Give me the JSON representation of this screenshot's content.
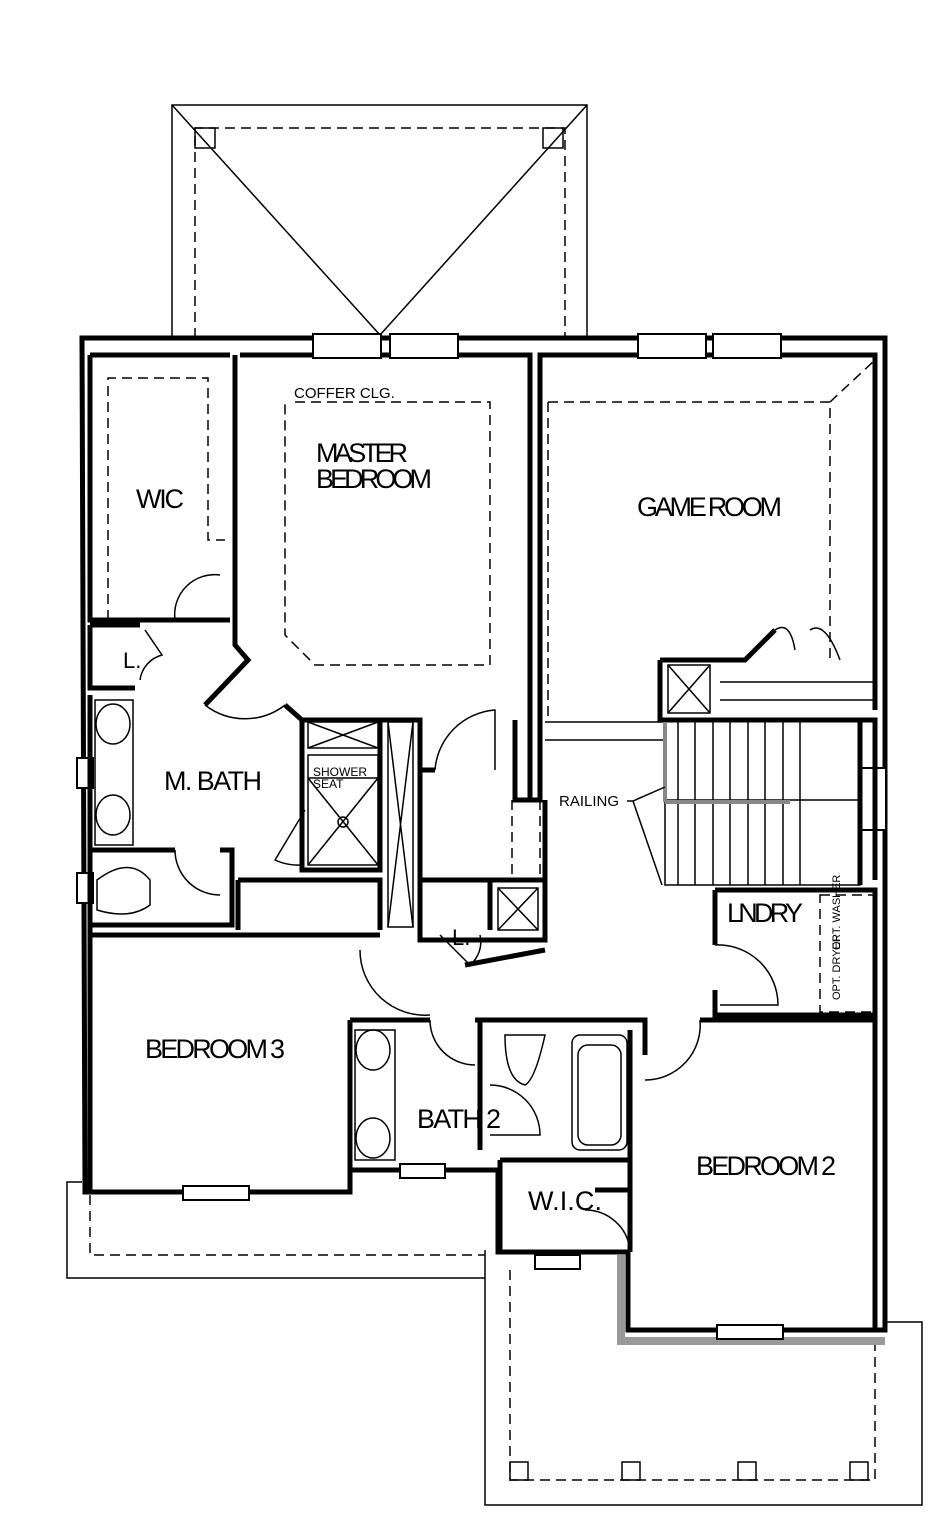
{
  "plan": {
    "title": "",
    "rooms": {
      "coffer": "COFFER CLG.",
      "master_line1": "MASTER",
      "master_line2": "BEDROOM",
      "game_room": "GAME ROOM",
      "wic": "WIC",
      "linen1": "L.",
      "m_bath": "M. BATH",
      "shower": "SHOWER",
      "seat": "SEAT",
      "railing": "RAILING",
      "lndry": "LNDRY",
      "opt_washer": "OPT. WASHER",
      "opt_dryer": "OPT. DRYER",
      "linen2": "L.",
      "bedroom3": "BEDROOM 3",
      "bath2": "BATH 2",
      "bedroom2": "BEDROOM 2",
      "wic2": "W.I.C."
    }
  }
}
